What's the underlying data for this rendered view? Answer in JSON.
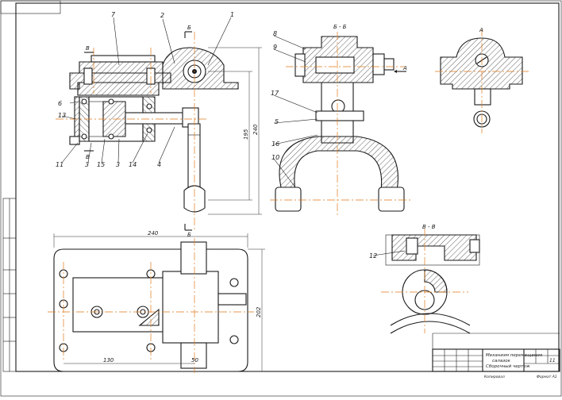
{
  "title_block": {
    "lines": [
      "Механизм перемещения",
      "салазок",
      "Сборочный чертеж"
    ],
    "sheet": "11",
    "format": "Формат   А1",
    "copied": "Копировал"
  },
  "callouts": {
    "c1": "1",
    "c2": "2",
    "c3": "3",
    "c4": "4",
    "c5": "5",
    "c6": "6",
    "c7": "7",
    "c8": "8",
    "c9": "9",
    "c10": "10",
    "c11": "11",
    "c12": "12",
    "c13": "13",
    "c14": "14",
    "c15": "15",
    "c16": "16",
    "c17": "17"
  },
  "section_labels": {
    "b_left_top": "Б",
    "b_left_bottom": "Б",
    "v_top": "В",
    "v_bottom": "В",
    "view_b": "Б - Б",
    "view_v": "В - В",
    "view_a": "А",
    "arrow_a": "А"
  },
  "dimensions": {
    "d_240_top": "240",
    "d_195": "195",
    "d_240_bottom": "240",
    "d_202": "202",
    "d_130": "130",
    "d_50": "50"
  }
}
